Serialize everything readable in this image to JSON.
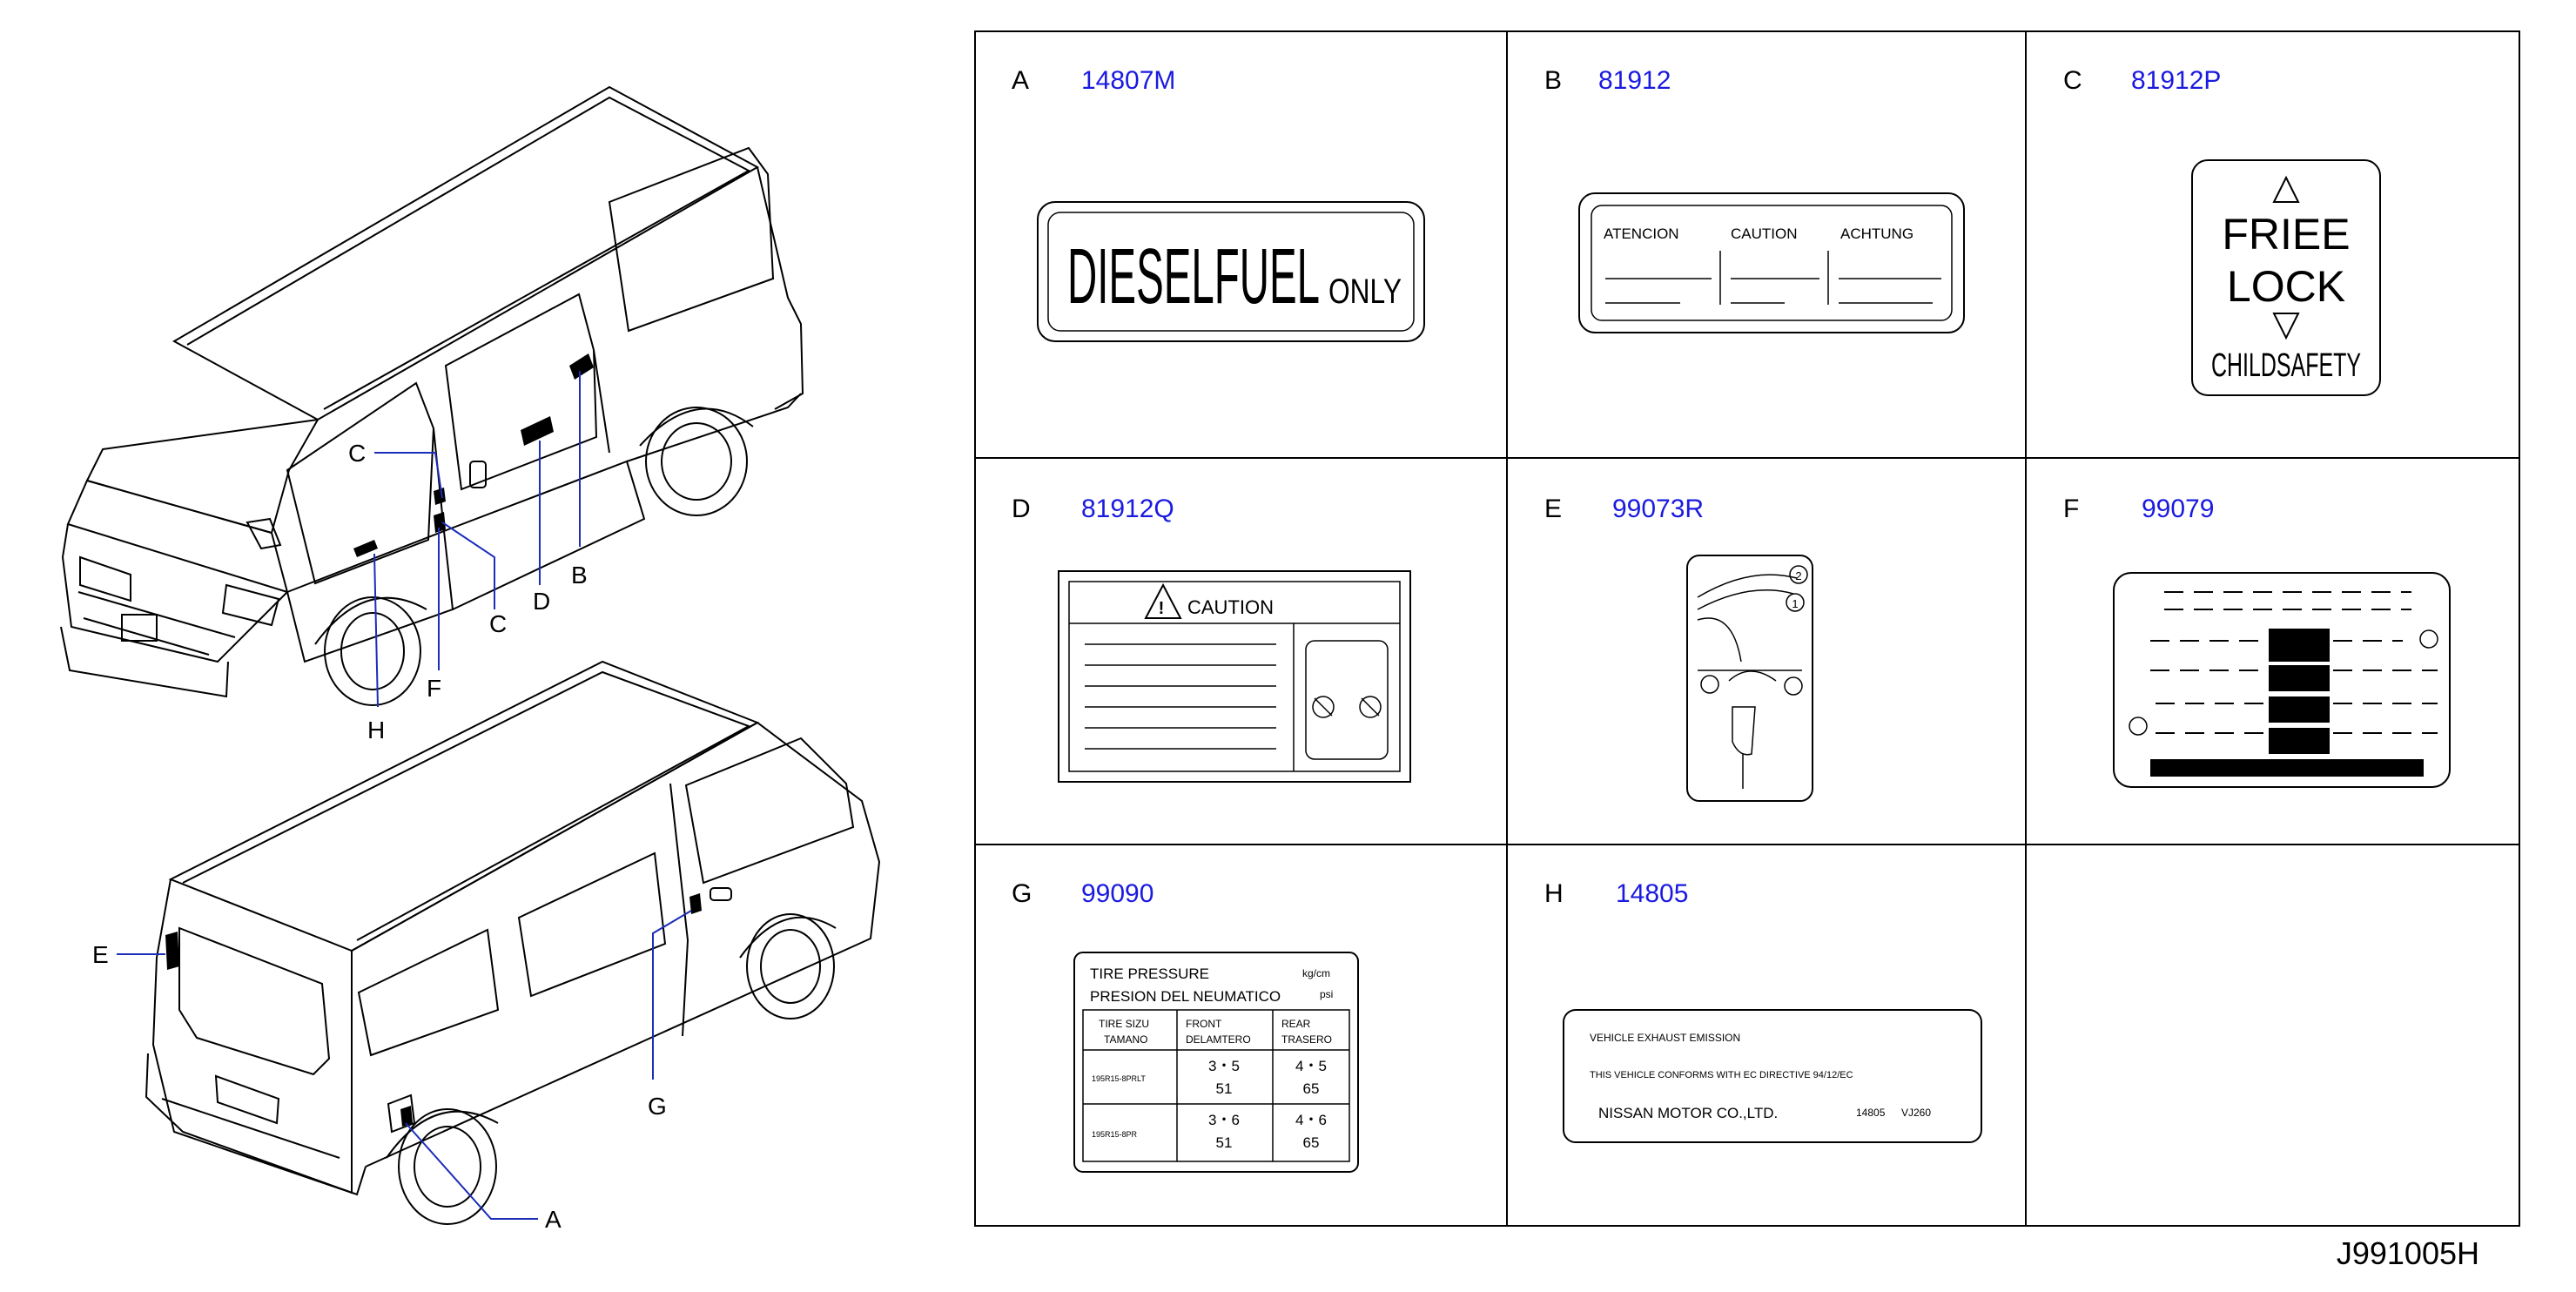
{
  "diagram_code": "J991005H",
  "callouts": {
    "a": "A",
    "b": "B",
    "c_top": "C",
    "c_mid": "C",
    "d": "D",
    "e": "E",
    "f": "F",
    "g": "G",
    "h": "H"
  },
  "labels": [
    {
      "letter": "A",
      "part": "14807M"
    },
    {
      "letter": "B",
      "part": "81912"
    },
    {
      "letter": "C",
      "part": "81912P"
    },
    {
      "letter": "D",
      "part": "81912Q"
    },
    {
      "letter": "E",
      "part": "99073R"
    },
    {
      "letter": "F",
      "part": "99079"
    },
    {
      "letter": "G",
      "part": "99090"
    },
    {
      "letter": "H",
      "part": "14805"
    }
  ],
  "diesel_label": {
    "big": "DIESELFUEL",
    "small": "ONLY"
  },
  "caution_tri": {
    "col1": "ATENCION",
    "col2": "CAUTION",
    "col3": "ACHTUNG"
  },
  "child_lock": {
    "line1": "FRIEE",
    "line2": "LOCK",
    "line3": "CHILDSAFETY"
  },
  "caution_d": {
    "title": "CAUTION"
  },
  "tire": {
    "title": "TIRE    PRESSURE",
    "subtitle": "PRESION    DEL    NEUMATICO",
    "unit1": "kg/cm",
    "unit2": "psi",
    "h_size_1": "TIRE    SIZU",
    "h_size_2": "TAMANO",
    "h_front_1": "FRONT",
    "h_front_2": "DELAMTERO",
    "h_rear_1": "REAR",
    "h_rear_2": "TRASERO",
    "rows": [
      {
        "size": "195R15-8PRLT",
        "front_1": "3・5",
        "front_2": "51",
        "rear_1": "4・5",
        "rear_2": "65"
      },
      {
        "size": "195R15-8PR",
        "front_1": "3・6",
        "front_2": "51",
        "rear_1": "4・6",
        "rear_2": "65"
      }
    ]
  },
  "emission": {
    "line1": "VEHICLE    EXHAUST    EMISSION",
    "line2": "THIS    VEHICLE    CONFORMS    WITH    EC    DIRECTIVE    94/12/EC",
    "maker": "NISSAN    MOTOR    CO.,LTD.",
    "code1": "14805",
    "code2": "VJ260"
  }
}
